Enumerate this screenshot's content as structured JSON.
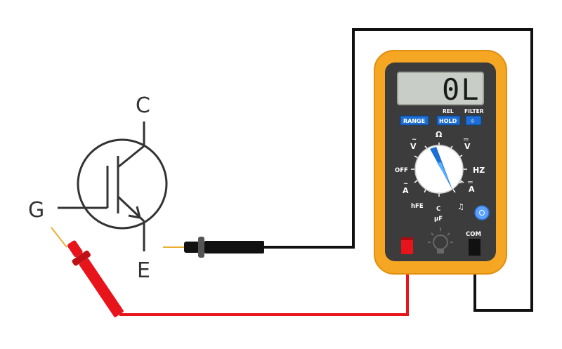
{
  "transistor": {
    "terminals": {
      "collector": "C",
      "gate": "G",
      "emitter": "E"
    }
  },
  "multimeter": {
    "display": "0L",
    "buttons": {
      "range": "RANGE",
      "rel": "REL",
      "hold": "HOLD",
      "filter": "FILTER",
      "filter_symbol": "☼"
    },
    "dial": {
      "ohm": "Ω",
      "ac_volt": "V",
      "dc_volt": "V",
      "off": "OFF",
      "hz": "HZ",
      "ac_amp": "A",
      "dc_amp": "A",
      "hfe": "hFE",
      "cap_c": "C",
      "cap_uf": "µF",
      "continuity": "♫",
      "diode": "⇥"
    },
    "jacks": {
      "com": "COM"
    }
  },
  "colors": {
    "body_orange": "#f5a623",
    "face": "#3c3c3c",
    "lcd": "#c9cdc7",
    "button_blue": "#1d6fd6",
    "red_lead": "#e8141b",
    "black_lead": "#111111"
  }
}
